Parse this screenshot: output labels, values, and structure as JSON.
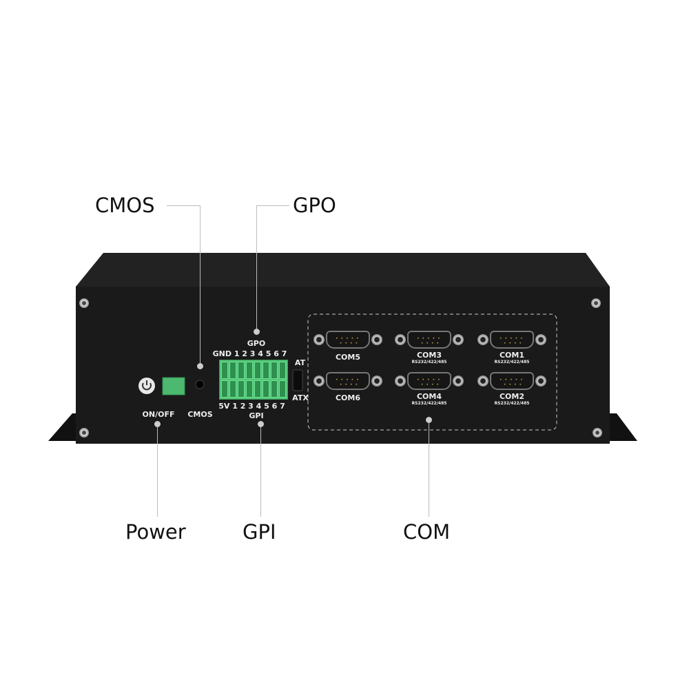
{
  "callouts": {
    "cmos": "CMOS",
    "gpo": "GPO",
    "power": "Power",
    "gpi": "GPI",
    "com": "COM"
  },
  "panel": {
    "gpo_title": "GPO",
    "gpo_pins": "GND 1 2 3 4 5 6 7",
    "gpi_title": "GPI",
    "gpi_pins": "5V 1 2 3 4 5 6 7",
    "on_off": "ON/OFF",
    "cmos": "CMOS",
    "at": "AT",
    "atx": "ATX",
    "ports": [
      {
        "name": "COM5",
        "sub": ""
      },
      {
        "name": "COM3",
        "sub": "RS232/422/485"
      },
      {
        "name": "COM1",
        "sub": "RS232/422/485"
      },
      {
        "name": "COM6",
        "sub": ""
      },
      {
        "name": "COM4",
        "sub": "RS232/422/485"
      },
      {
        "name": "COM2",
        "sub": "RS232/422/485"
      }
    ]
  },
  "colors": {
    "chassis": "#1a1a1a",
    "terminal": "#55c67a"
  }
}
